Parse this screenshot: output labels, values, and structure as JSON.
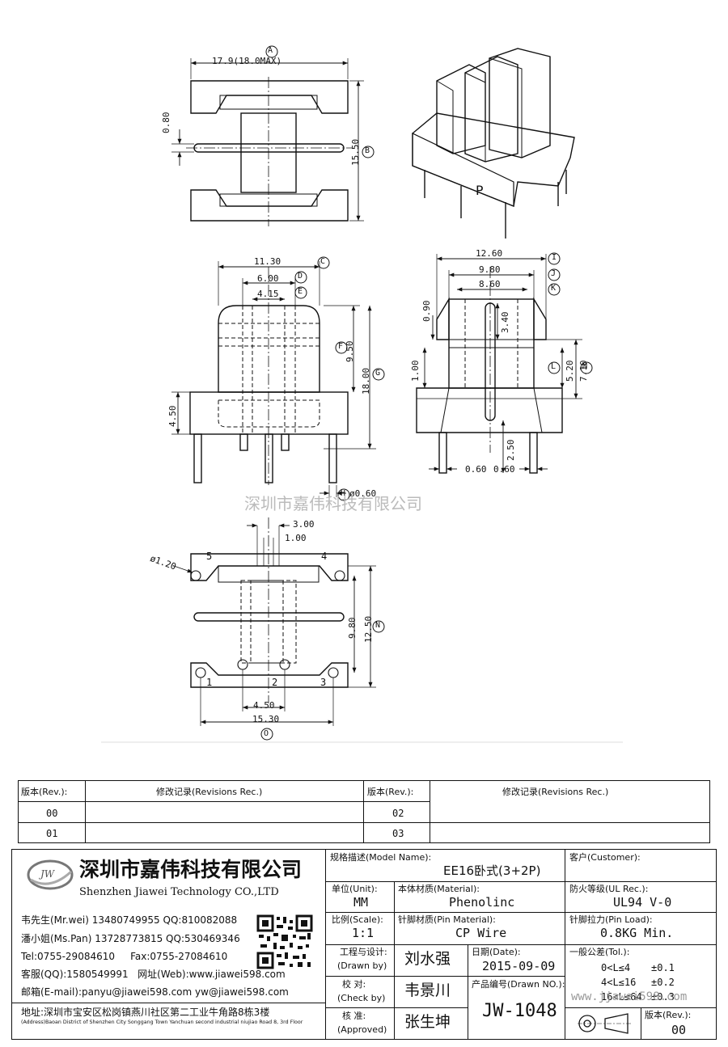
{
  "watermark": "深圳市嘉伟科技有限公司",
  "watermark_url": "www.jjawei598.com",
  "views": {
    "top": {
      "width_dim": "17.9(18.0MAX)",
      "dim_small": "0.80",
      "dim_height": "15.50",
      "ref_a": "A",
      "ref_b": "B"
    },
    "front": {
      "dim_width": "11.30",
      "dim_inner": "6.00",
      "dim_core": "4.15",
      "dim_h1": "9.50",
      "dim_total": "18.00",
      "dim_base": "4.50",
      "dim_pin": "ø0.60",
      "ref_c": "C",
      "ref_d": "D",
      "ref_e": "E",
      "ref_f": "F",
      "ref_g": "G",
      "ref_h": "H"
    },
    "side": {
      "dim_width": "12.60",
      "dim_inner": "9.80",
      "dim_core": "8.60",
      "dim_top": "0.90",
      "dim_slot": "3.40",
      "dim_mid": "1.00",
      "dim_520": "5.20",
      "dim_710": "7.10",
      "dim_250": "2.50",
      "dim_pin_l": "0.60",
      "dim_pin_r": "0.60",
      "ref_i": "I",
      "ref_j": "J",
      "ref_k": "K",
      "ref_l": "L",
      "ref_m": "M"
    },
    "bottom": {
      "dim_300": "3.00",
      "dim_100": "1.00",
      "dim_hole": "ø1.20",
      "dim_980": "9.80",
      "dim_1250": "12.50",
      "dim_450": "4.50",
      "dim_1530": "15.30",
      "pin1": "1",
      "pin2": "2",
      "pin3": "3",
      "pin4": "4",
      "pin5": "5",
      "ref_n": "N",
      "ref_o": "O"
    },
    "iso": {
      "mark": "P"
    }
  },
  "revisions": {
    "rev_header": "版本(Rev.):",
    "rec_header": "修改记录(Revisions Rec.)",
    "rows": [
      {
        "left_rev": "00",
        "left_rec": "",
        "right_rev": "02",
        "right_rec": ""
      },
      {
        "left_rev": "01",
        "left_rec": "",
        "right_rev": "03",
        "right_rec": ""
      }
    ]
  },
  "company": {
    "logo_text": "JW",
    "name_cn": "深圳市嘉伟科技有限公司",
    "name_en": "Shenzhen Jiawei Technology CO.,LTD",
    "contacts": [
      "韦先生(Mr.wei) 13480749955 QQ:810082088",
      "潘小姐(Ms.Pan) 13728773815 QQ:530469346",
      "Tel:0755-29084610     Fax:0755-27084610",
      "客服(QQ):1580549991   网址(Web):www.jiawei598.com",
      "邮箱(E-mail):panyu@jiawei598.com  yw@jiawei598.com"
    ],
    "address_cn": "地址:深圳市宝安区松岗镇燕川社区第二工业牛角路8栋3楼",
    "address_en": "(Address)Baoan District of Shenzhen City Songgang Town Yanchuan  second industrial niujiao Road 8, 3rd Floor"
  },
  "titleblock": {
    "model_label": "规格描述(Model Name):",
    "model_value": "EE16卧式(3+2P)",
    "customer_label": "客户(Customer):",
    "customer_value": "",
    "unit_label": "单位(Unit):",
    "unit_value": "MM",
    "material_label": "本体材质(Material):",
    "material_value": "Phenolinc",
    "ul_label": "防火等级(UL Rec.):",
    "ul_value": "UL94 V-0",
    "scale_label": "比例(Scale):",
    "scale_value": "1:1",
    "pin_material_label": "针脚材质(Pin Material):",
    "pin_material_value": "CP Wire",
    "pin_load_label": "针脚拉力(Pin Load):",
    "pin_load_value": "0.8KG Min.",
    "drawn_label": "工程与设计:",
    "drawn_label_en": "(Drawn by)",
    "drawn_value": "刘水强",
    "date_label": "日期(Date):",
    "date_value": "2015-09-09",
    "drawn_no_label": "产品编号(Drawn NO.):",
    "drawn_no_value": "JW-1048",
    "check_label": "校  对:",
    "check_label_en": "(Check by)",
    "check_value": "韦景川",
    "approved_label": "核  准:",
    "approved_label_en": "(Approved)",
    "approved_value": "张生坤",
    "tol_label": "一般公差(Tol.):",
    "tol_rows": [
      {
        "range": "0<L≤4",
        "tol": "±0.1"
      },
      {
        "range": "4<L≤16",
        "tol": "±0.2"
      },
      {
        "range": "16<L≤64",
        "tol": "±0.3"
      }
    ],
    "rev_label": "版本(Rev.):",
    "rev_value": "00"
  }
}
